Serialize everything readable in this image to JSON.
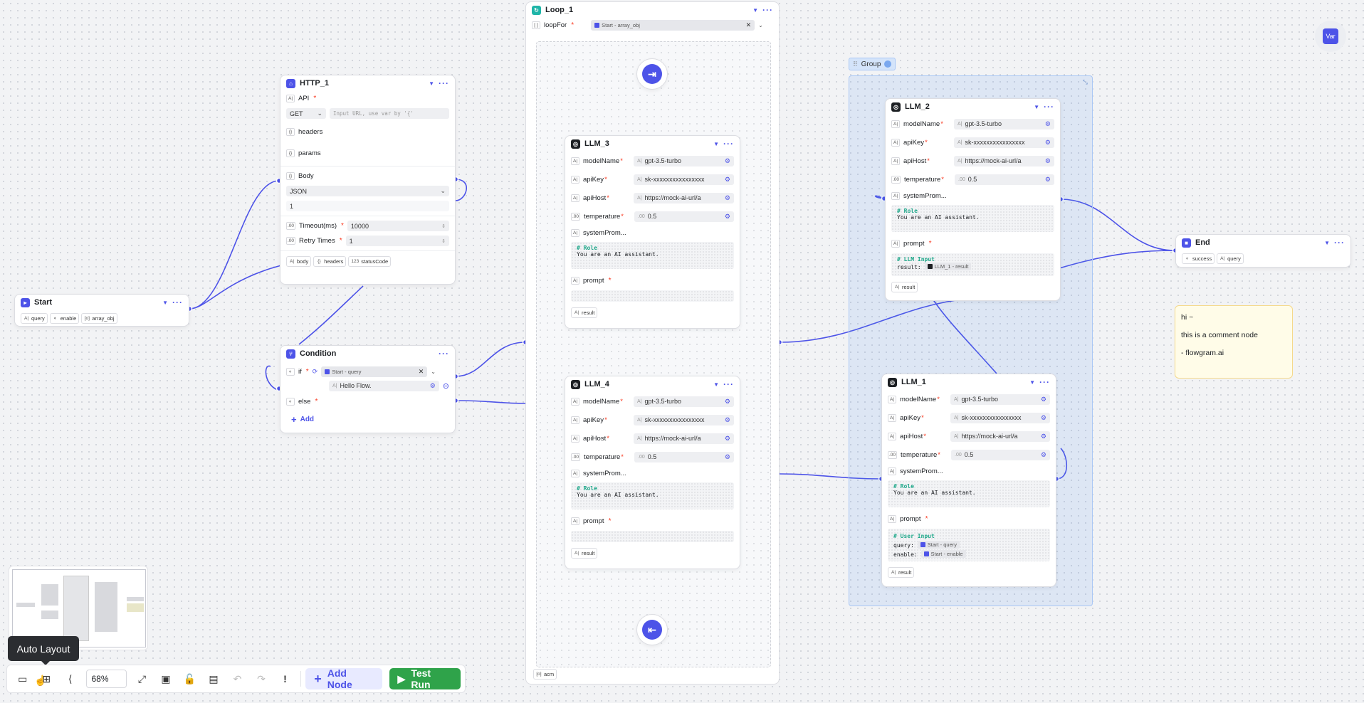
{
  "start": {
    "title": "Start",
    "outputs": [
      "query",
      "enable",
      "array_obj"
    ]
  },
  "http": {
    "title": "HTTP_1",
    "api_label": "API",
    "method": "GET",
    "url_placeholder": "Input URL, use var by '{'",
    "headers_label": "headers",
    "params_label": "params",
    "body_label": "Body",
    "body_type": "JSON",
    "body_value": "1",
    "timeout_label": "Timeout(ms)",
    "timeout_value": "10000",
    "retry_label": "Retry Times",
    "retry_value": "1",
    "outputs": [
      "body",
      "headers",
      "statusCode"
    ]
  },
  "condition": {
    "title": "Condition",
    "if_label": "if",
    "if_var": "Start - query",
    "if_value": "Hello Flow.",
    "else_label": "else",
    "add_label": "Add"
  },
  "loop": {
    "title": "Loop_1",
    "loopfor_label": "loopFor",
    "loopfor_value": "Start - array_obj",
    "output": "acm"
  },
  "llm3": {
    "title": "LLM_3",
    "model_label": "modelName",
    "model": "gpt-3.5-turbo",
    "key_label": "apiKey",
    "key": "sk-xxxxxxxxxxxxxxxx",
    "host_label": "apiHost",
    "host": "https://mock-ai-url/a",
    "temp_label": "temperature",
    "temp": "0.5",
    "sys_label": "systemProm...",
    "sys_heading": "# Role",
    "sys_text": "You are an AI assistant.",
    "prompt_label": "prompt",
    "output": "result"
  },
  "llm4": {
    "title": "LLM_4",
    "model_label": "modelName",
    "model": "gpt-3.5-turbo",
    "key_label": "apiKey",
    "key": "sk-xxxxxxxxxxxxxxxx",
    "host_label": "apiHost",
    "host": "https://mock-ai-url/a",
    "temp_label": "temperature",
    "temp": "0.5",
    "sys_label": "systemProm...",
    "sys_heading": "# Role",
    "sys_text": "You are an AI assistant.",
    "prompt_label": "prompt",
    "output": "result"
  },
  "group": {
    "title": "Group"
  },
  "llm2": {
    "title": "LLM_2",
    "model_label": "modelName",
    "model": "gpt-3.5-turbo",
    "key_label": "apiKey",
    "key": "sk-xxxxxxxxxxxxxxxx",
    "host_label": "apiHost",
    "host": "https://mock-ai-url/a",
    "temp_label": "temperature",
    "temp": "0.5",
    "sys_label": "systemProm...",
    "sys_heading": "# Role",
    "sys_text": "You are an AI assistant.",
    "prompt_label": "prompt",
    "prompt_heading": "# LLM Input",
    "prompt_key": "result:",
    "prompt_ref": "LLM_1 - result",
    "output": "result"
  },
  "llm1": {
    "title": "LLM_1",
    "model_label": "modelName",
    "model": "gpt-3.5-turbo",
    "key_label": "apiKey",
    "key": "sk-xxxxxxxxxxxxxxxx",
    "host_label": "apiHost",
    "host": "https://mock-ai-url/a",
    "temp_label": "temperature",
    "temp": "0.5",
    "sys_label": "systemProm...",
    "sys_heading": "# Role",
    "sys_text": "You are an AI assistant.",
    "prompt_label": "prompt",
    "prompt_heading": "# User Input",
    "q_key": "query:",
    "q_ref": "Start - query",
    "e_key": "enable:",
    "e_ref": "Start - enable",
    "output": "result"
  },
  "end": {
    "title": "End",
    "outputs": [
      "success",
      "query"
    ]
  },
  "comment": {
    "line1": "hi ~",
    "line2": "this is a comment node",
    "line3": "- flowgram.ai"
  },
  "var_button": "Var",
  "tooltip": "Auto Layout",
  "toolbar": {
    "zoom": "68%",
    "add_node": "Add Node",
    "test_run": "Test Run"
  },
  "colors": {
    "accent": "#4d53e8",
    "run": "#2fa34a",
    "group": "#aac8f5",
    "comment": "#fffce8"
  }
}
